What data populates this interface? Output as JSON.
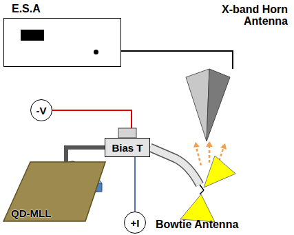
{
  "diagram": {
    "nodes": [
      {
        "text": [
          "E.S.A"
        ]
      },
      {
        "text": [
          "-V"
        ]
      },
      {
        "text": [
          "Bias T"
        ]
      },
      {
        "text": [
          "+I"
        ]
      },
      {
        "text": [
          "QD-MLL"
        ]
      }
    ],
    "edges": [
      {
        "from": 1,
        "to": 2,
        "arrow": "none"
      },
      {
        "from": 3,
        "to": 2,
        "arrow": "none"
      },
      {
        "from": 2,
        "to": 4,
        "arrow": "none"
      }
    ],
    "labels": [
      "X-band Horn Antenna",
      "Bowtie Antenna"
    ]
  }
}
